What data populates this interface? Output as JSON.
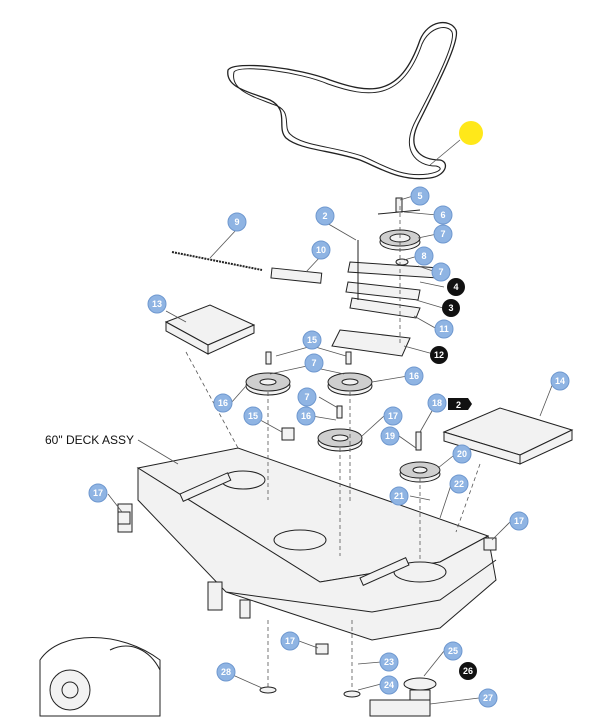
{
  "assembly_label": "60\" DECK ASSY",
  "highlight_color": "#ffe81a",
  "callout_color": "#8fb4e3",
  "callouts_blue": [
    "5",
    "6",
    "7",
    "8",
    "7",
    "11",
    "2",
    "9",
    "10",
    "13",
    "15",
    "7",
    "16",
    "16",
    "15",
    "7",
    "16",
    "17",
    "18",
    "19",
    "20",
    "14",
    "21",
    "22",
    "17",
    "17",
    "17",
    "28",
    "23",
    "25",
    "24",
    "27"
  ],
  "callouts_black": [
    "4",
    "3",
    "12",
    "26"
  ],
  "tag_label": "2"
}
